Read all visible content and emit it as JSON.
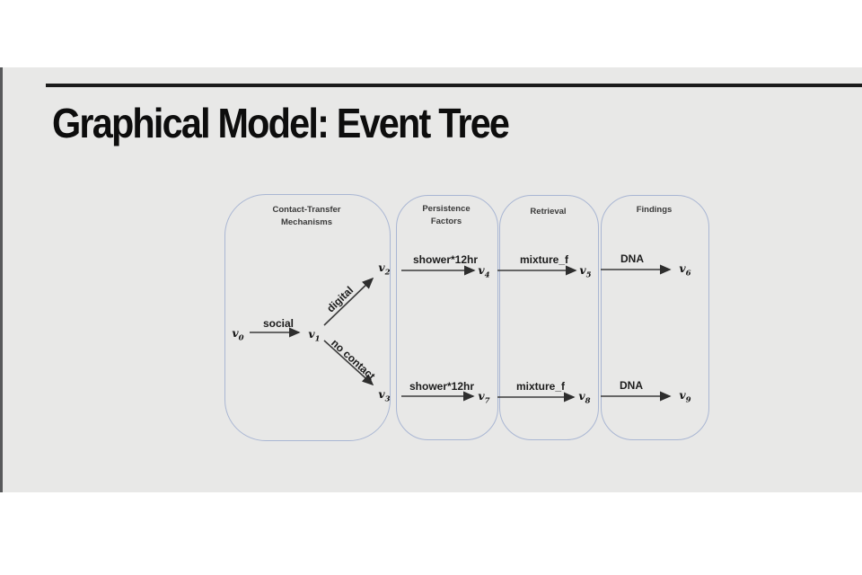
{
  "slide": {
    "title": "Graphical Model: Event Tree"
  },
  "diagram": {
    "groups": [
      {
        "id": "contact-transfer",
        "lines": [
          "Contact-Transfer",
          "Mechanisms"
        ]
      },
      {
        "id": "persistence",
        "lines": [
          "Persistence",
          "Factors"
        ]
      },
      {
        "id": "retrieval",
        "lines": [
          "Retrieval"
        ]
      },
      {
        "id": "findings",
        "lines": [
          "Findings"
        ]
      }
    ],
    "nodes": [
      {
        "base": "v",
        "sub": "0",
        "group": "contact-transfer"
      },
      {
        "base": "v",
        "sub": "1",
        "group": "contact-transfer"
      },
      {
        "base": "v",
        "sub": "2",
        "group": "contact-transfer"
      },
      {
        "base": "v",
        "sub": "3",
        "group": "contact-transfer"
      },
      {
        "base": "v",
        "sub": "4",
        "group": "persistence"
      },
      {
        "base": "v",
        "sub": "5",
        "group": "retrieval"
      },
      {
        "base": "v",
        "sub": "6",
        "group": "findings"
      },
      {
        "base": "v",
        "sub": "7",
        "group": "persistence"
      },
      {
        "base": "v",
        "sub": "8",
        "group": "retrieval"
      },
      {
        "base": "v",
        "sub": "9",
        "group": "findings"
      }
    ],
    "edges": [
      {
        "from": "v0",
        "to": "v1",
        "label": "social"
      },
      {
        "from": "v1",
        "to": "v2",
        "label": "digital"
      },
      {
        "from": "v1",
        "to": "v3",
        "label": "no contact"
      },
      {
        "from": "v2",
        "to": "v4",
        "label": "shower*12hr"
      },
      {
        "from": "v4",
        "to": "v5",
        "label": "mixture_f"
      },
      {
        "from": "v5",
        "to": "v6",
        "label": "DNA"
      },
      {
        "from": "v3",
        "to": "v7",
        "label": "shower*12hr"
      },
      {
        "from": "v7",
        "to": "v8",
        "label": "mixture_f"
      },
      {
        "from": "v8",
        "to": "v9",
        "label": "DNA"
      }
    ]
  },
  "colors": {
    "slide_background": "#e8e8e7",
    "page_background": "#ffffff",
    "left_edge_strip": "#58595b",
    "title_text": "#0d0d0d",
    "title_rule": "#1b1b1b",
    "group_border": "#a9b6d3",
    "arrow": "#3b3b3b",
    "label_text": "#1c1c1c"
  }
}
